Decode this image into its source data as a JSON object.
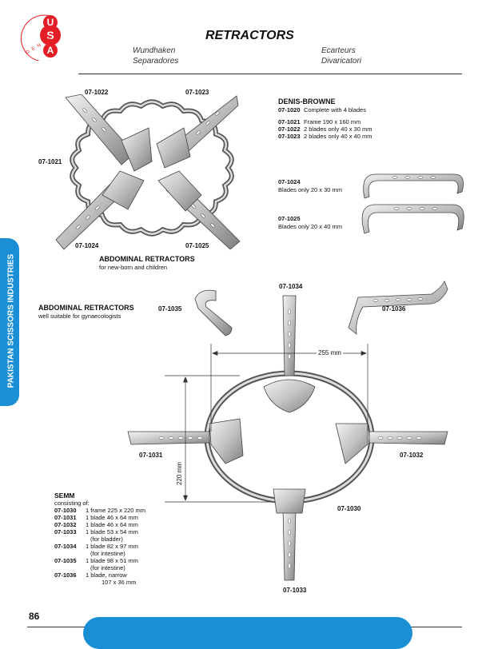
{
  "logo": {
    "letters": [
      "U",
      "S",
      "A"
    ],
    "ring_text": "DENTAL",
    "colors": {
      "main": "#e41e26",
      "ring": "#e41e26"
    }
  },
  "header": {
    "title": "RETRACTORS",
    "langs": [
      "Wundhaken",
      "Separadores",
      "Ecarteurs",
      "Divaricatori"
    ]
  },
  "side_tab": {
    "text": "PAKISTAN SCISSORS INDUSTRIES",
    "color": "#1a8fd6"
  },
  "fig1": {
    "labels": {
      "a": "07-1022",
      "b": "07-1023",
      "c": "07-1021",
      "d": "07-1024",
      "e": "07-1025"
    },
    "title": "ABDOMINAL RETRACTORS",
    "subtitle": "for new-born and children"
  },
  "denis": {
    "name": "DENIS-BROWNE",
    "rows": [
      {
        "code": "07-1020",
        "desc": "Complete with 4 blades"
      },
      {
        "code": "07-1021",
        "desc": "Frame 190 x 160 mm"
      },
      {
        "code": "07-1022",
        "desc": "2 blades only 40 x 30 mm"
      },
      {
        "code": "07-1023",
        "desc": "2 blades only 40 x 40 mm"
      }
    ]
  },
  "blade1": {
    "code": "07-1024",
    "desc": "Blades only 20 x 30 mm"
  },
  "blade2": {
    "code": "07-1025",
    "desc": "Blades only 20 x 40 mm"
  },
  "fig2": {
    "title": "ABDOMINAL RETRACTORS",
    "subtitle": "well suitable for gynaecologists",
    "labels": {
      "top": "07-1034",
      "left_blade": "07-1035",
      "right_blade": "07-1036",
      "left": "07-1031",
      "right": "07-1032",
      "frame": "07-1030",
      "bottom": "07-1033"
    },
    "dim_h": "255 mm",
    "dim_v": "220 mm"
  },
  "semm": {
    "name": "SEMM",
    "consisting": "consisting of:",
    "rows": [
      {
        "code": "07-1030",
        "desc": "1 frame 225 x 220 mm"
      },
      {
        "code": "07-1031",
        "desc": "1 blade 46 x 64 mm"
      },
      {
        "code": "07-1032",
        "desc": "1 blade 46 x 64 mm"
      },
      {
        "code": "07-1033",
        "desc": "1 blade 53 x 54 mm"
      },
      {
        "code": "",
        "desc": "(for bladder)"
      },
      {
        "code": "07-1034",
        "desc": "1 blade 82 x 97 mm"
      },
      {
        "code": "",
        "desc": "(for intestine)"
      },
      {
        "code": "07-1035",
        "desc": "1 blade 98 x 51 mm"
      },
      {
        "code": "",
        "desc": "(for intestine)"
      },
      {
        "code": "07-1036",
        "desc": "1 blade, narrow"
      },
      {
        "code": "",
        "desc": "107 x 36 mm"
      }
    ]
  },
  "footer": {
    "page": "86",
    "bar_color": "#1a8fd6"
  }
}
